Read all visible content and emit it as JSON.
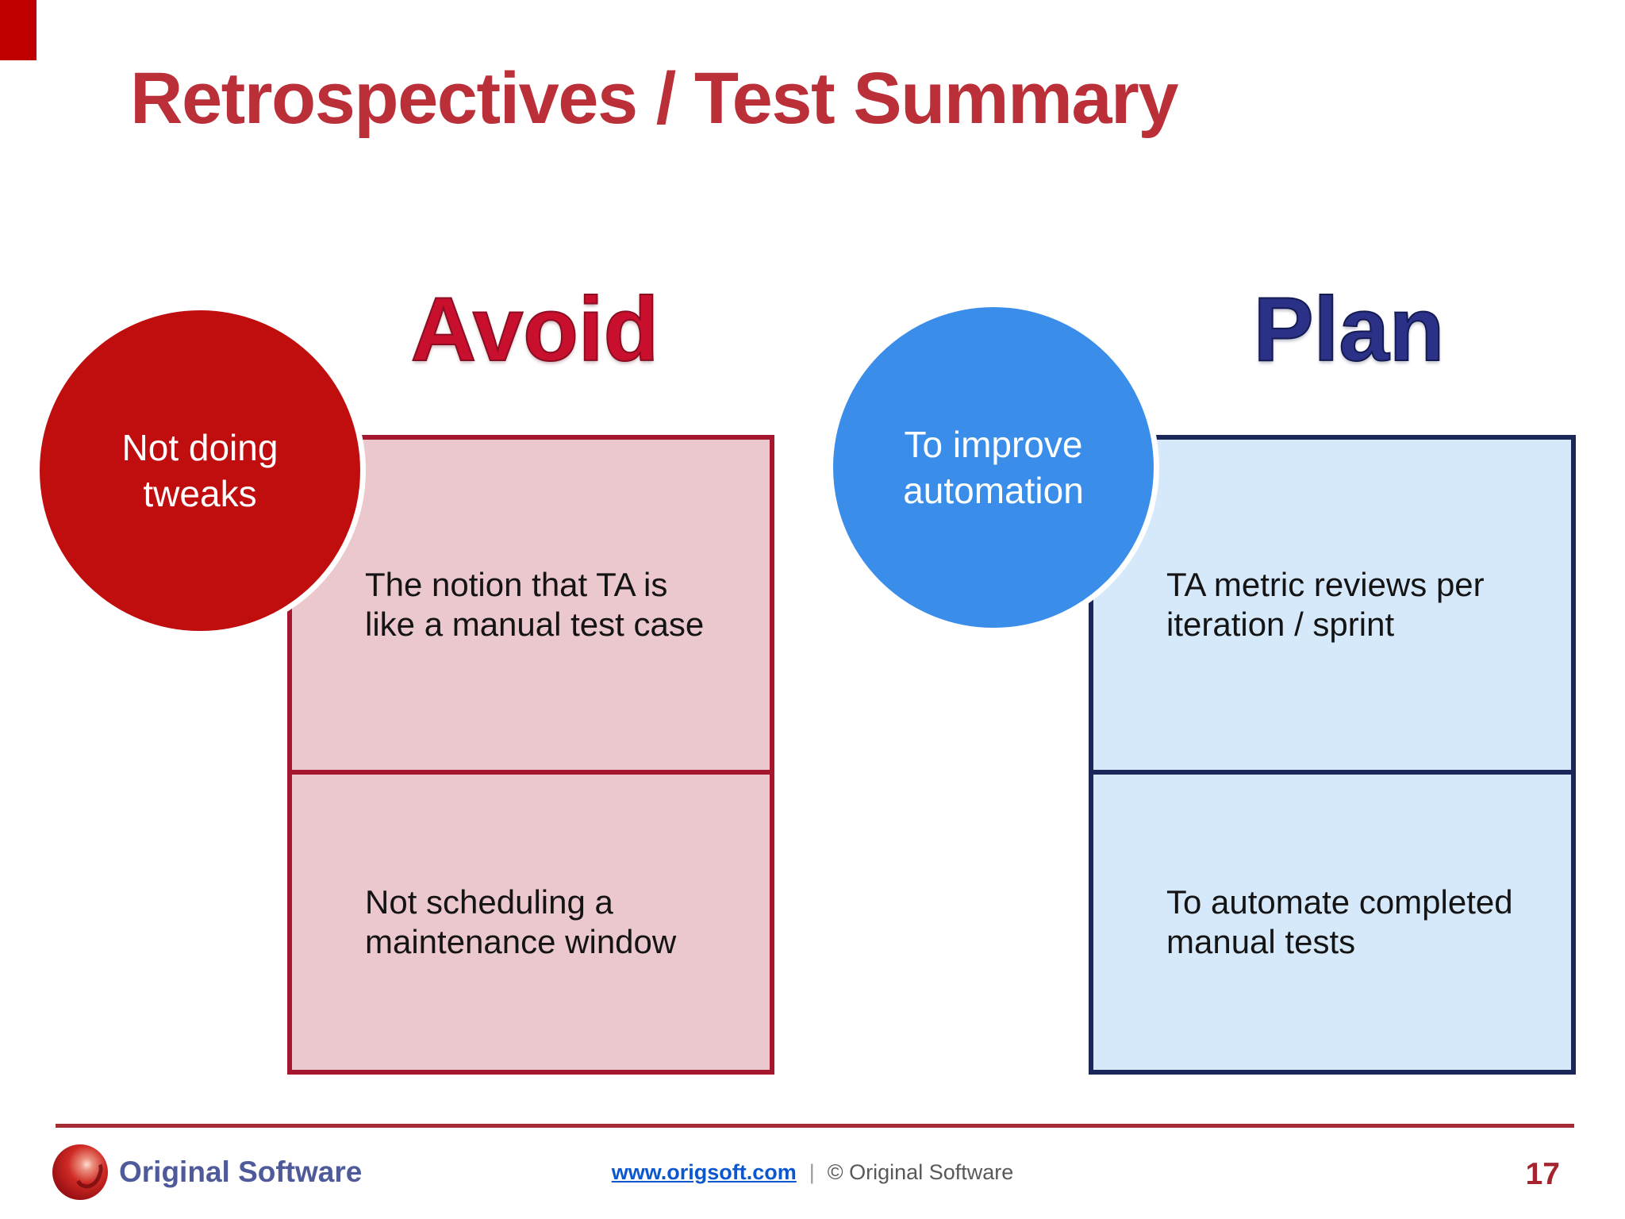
{
  "slide": {
    "title": "Retrospectives / Test Summary",
    "page_number": "17"
  },
  "avoid": {
    "heading": "Avoid",
    "bubble": "Not doing\ntweaks",
    "items": [
      "The notion that TA is\nlike a manual test case",
      "Not scheduling a\nmaintenance window"
    ]
  },
  "plan": {
    "heading": "Plan",
    "bubble": "To improve\nautomation",
    "items": [
      "TA metric reviews per\niteration / sprint",
      "To automate completed\nmanual tests"
    ]
  },
  "footer": {
    "logo_text": "Original Software",
    "link": "www.origsoft.com",
    "separator": "|",
    "copyright": "© Original Software"
  },
  "colors": {
    "title_red": "#ba2f38",
    "heading_red": "#c8102e",
    "heading_navy": "#2b3187",
    "bubble_red": "#c00d0e",
    "bubble_blue": "#3a8ee9",
    "box_pink_fill": "#ebc8cd",
    "box_pink_border": "#a5172f",
    "box_blue_fill": "#d6e9fa",
    "box_blue_border": "#1b2758",
    "footer_line_red": "#a42a33",
    "link_blue": "#0b57d0",
    "copyright_gray": "#595959",
    "logo_text_blue": "#4e5a99",
    "page_number_red": "#a5242f",
    "corner_bar_red": "#c00000"
  }
}
